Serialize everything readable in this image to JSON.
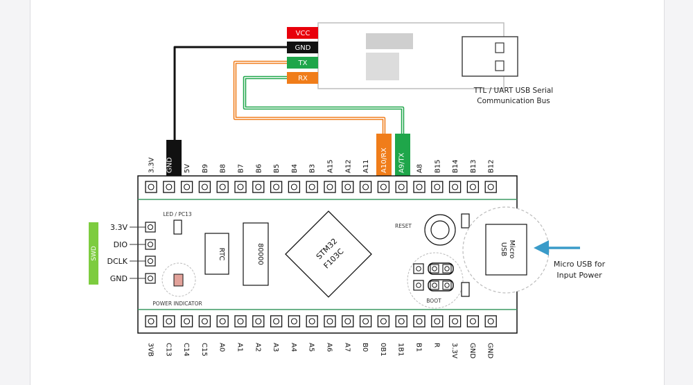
{
  "usb_module": {
    "pins": [
      {
        "label": "VCC",
        "color": "#e8000b"
      },
      {
        "label": "GND",
        "color": "#111111"
      },
      {
        "label": "TX",
        "color": "#1fa64a"
      },
      {
        "label": "RX",
        "color": "#f07d1a"
      }
    ],
    "caption_line1": "TTL / UART USB Serial",
    "caption_line2": "Communication Bus"
  },
  "board": {
    "top_pins": [
      "3.3V",
      "GND",
      "5V",
      "B9",
      "B8",
      "B7",
      "B6",
      "B5",
      "B4",
      "B3",
      "A15",
      "A12",
      "A11",
      "A10/RX",
      "A9/TX",
      "A8",
      "B15",
      "B14",
      "B13",
      "B12"
    ],
    "bottom_pins": [
      "3VB",
      "C13",
      "C14",
      "C15",
      "A0",
      "A1",
      "A2",
      "A3",
      "A4",
      "A5",
      "A6",
      "A7",
      "B0",
      "0B1",
      "1B1",
      "B1",
      "R",
      "3.3V",
      "GND",
      "GND"
    ],
    "swd": {
      "title": "SWD",
      "pins": [
        "3.3V",
        "DIO",
        "DCLK",
        "GND"
      ]
    },
    "led_label": "LED / PC13",
    "power_indicator_label": "POWER INDICATOR",
    "rtc_label": "RTC",
    "crystal_label": "80000",
    "chip_line1": "STM32",
    "chip_line2": "F103C",
    "reset_label": "RESET",
    "boot_label": "BOOT",
    "micro_usb_line1": "Micro",
    "micro_usb_line2": "USB",
    "micro_usb_caption_line1": "Micro USB for",
    "micro_usb_caption_line2": "Input Power"
  },
  "colors": {
    "vcc": "#e8000b",
    "gnd": "#111111",
    "tx": "#1fa64a",
    "rx": "#f07d1a",
    "swd": "#7dcc3f",
    "board_rule": "#3d9a64",
    "arrow": "#3a9bc9"
  }
}
